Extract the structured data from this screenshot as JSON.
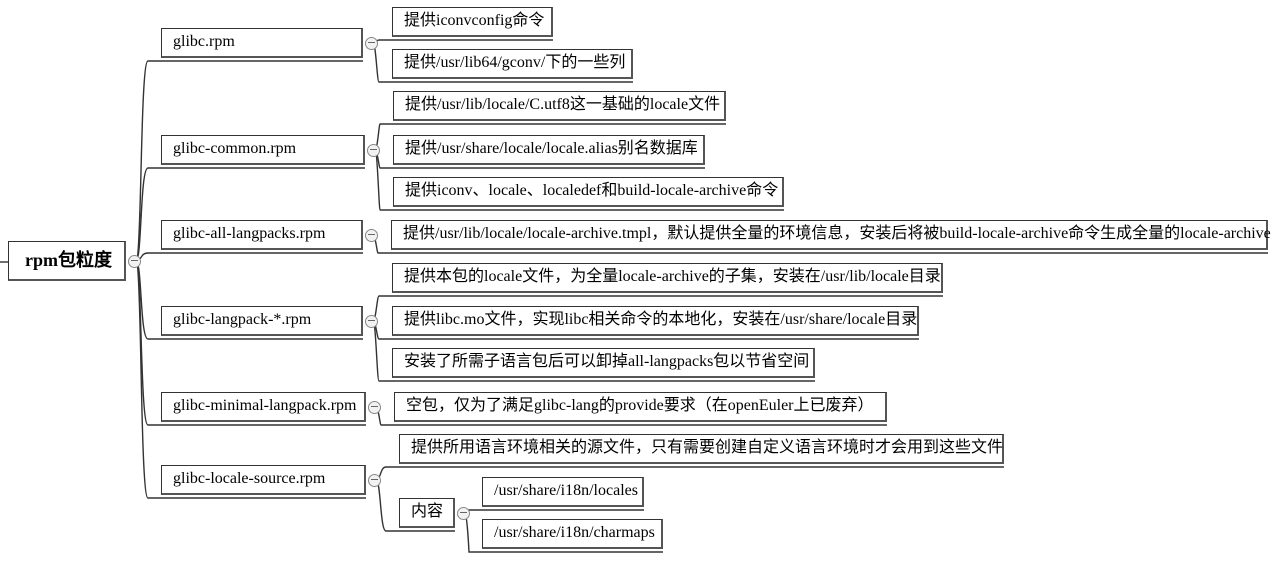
{
  "root": {
    "label": "rpm包粒度",
    "children": [
      {
        "label": "glibc.rpm",
        "children": [
          {
            "label": "提供iconvconfig命令"
          },
          {
            "label": "提供/usr/lib64/gconv/下的一些列"
          }
        ]
      },
      {
        "label": "glibc-common.rpm",
        "children": [
          {
            "label": "提供/usr/lib/locale/C.utf8这一基础的locale文件"
          },
          {
            "label": "提供/usr/share/locale/locale.alias别名数据库"
          },
          {
            "label": "提供iconv、locale、localedef和build-locale-archive命令"
          }
        ]
      },
      {
        "label": "glibc-all-langpacks.rpm",
        "children": [
          {
            "label": "提供/usr/lib/locale/locale-archive.tmpl，默认提供全量的环境信息，安装后将被build-locale-archive命令生成全量的locale-archive"
          }
        ]
      },
      {
        "label": "glibc-langpack-*.rpm",
        "children": [
          {
            "label": "提供本包的locale文件，为全量locale-archive的子集，安装在/usr/lib/locale目录"
          },
          {
            "label": "提供libc.mo文件，实现libc相关命令的本地化，安装在/usr/share/locale目录"
          },
          {
            "label": "安装了所需子语言包后可以卸掉all-langpacks包以节省空间"
          }
        ]
      },
      {
        "label": "glibc-minimal-langpack.rpm",
        "children": [
          {
            "label": "空包，仅为了满足glibc-lang的provide要求（在openEuler上已废弃）"
          }
        ]
      },
      {
        "label": "glibc-locale-source.rpm",
        "children": [
          {
            "label": "提供所用语言环境相关的源文件，只有需要创建自定义语言环境时才会用到这些文件"
          },
          {
            "label": "内容",
            "children": [
              {
                "label": "/usr/share/i18n/locales"
              },
              {
                "label": "/usr/share/i18n/charmaps"
              }
            ]
          }
        ]
      }
    ]
  }
}
